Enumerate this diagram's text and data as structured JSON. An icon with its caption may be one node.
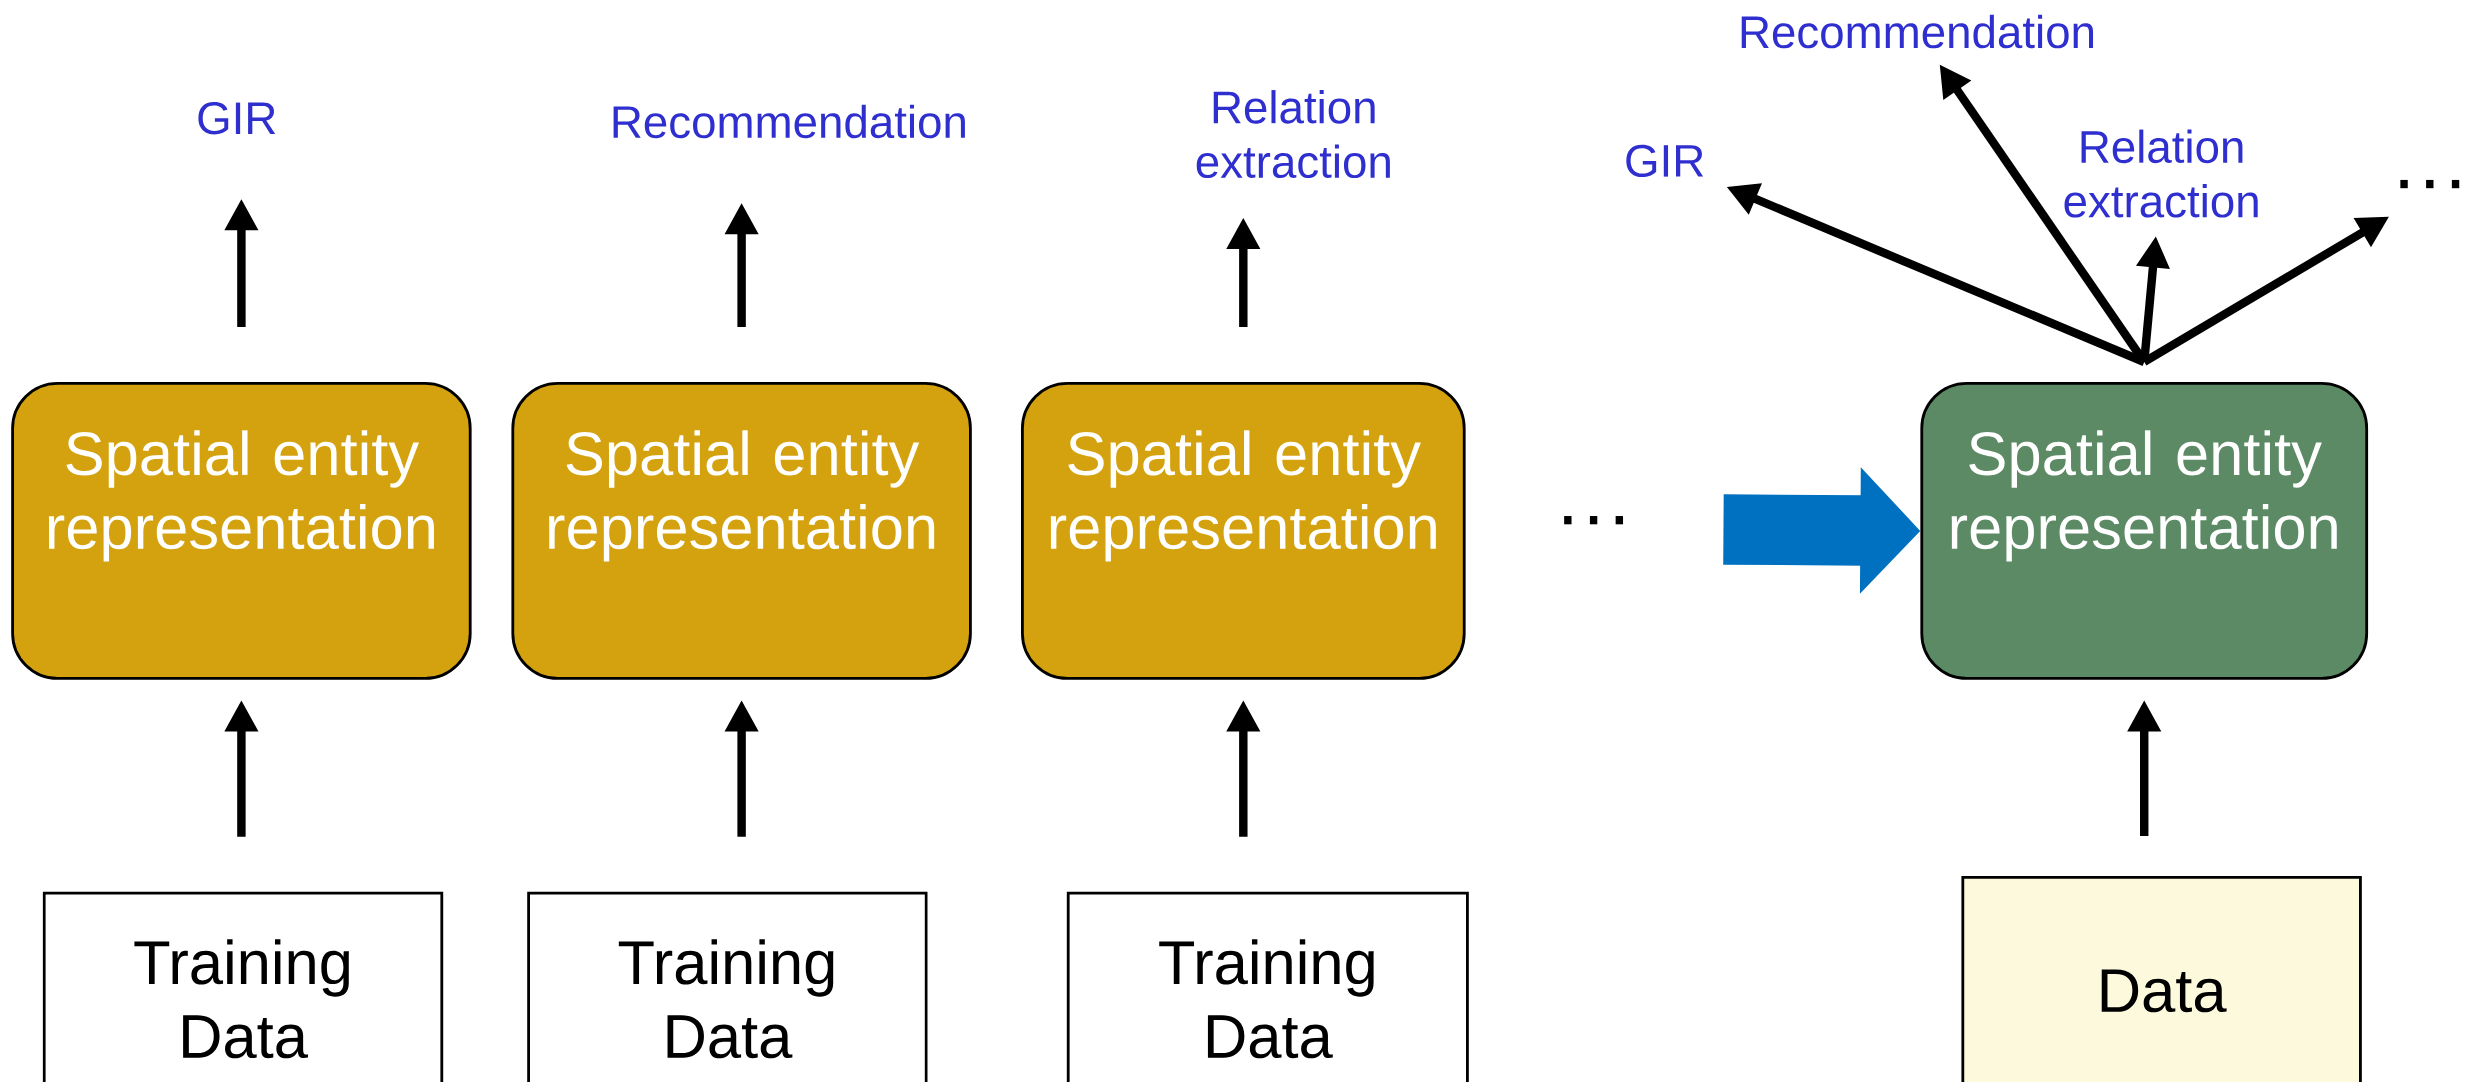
{
  "diagram": {
    "nodes": [
      {
        "text": [
          "GIR"
        ]
      },
      {
        "text": [
          "Recommendation"
        ]
      },
      {
        "text": [
          "Relation extraction"
        ]
      },
      {
        "text": [
          "Recommendation"
        ]
      },
      {
        "text": [
          "GIR"
        ]
      },
      {
        "text": [
          "Relation extraction"
        ]
      },
      {
        "text": [
          "···"
        ]
      },
      {
        "text": [
          "Spatial entity representation"
        ]
      },
      {
        "text": [
          "Spatial entity representation"
        ]
      },
      {
        "text": [
          "Spatial entity representation"
        ]
      },
      {
        "text": [
          "Spatial entity representation"
        ]
      },
      {
        "text": [
          "···"
        ]
      },
      {
        "text": [
          "Training Data"
        ]
      },
      {
        "text": [
          "Training Data"
        ]
      },
      {
        "text": [
          "Training Data"
        ]
      },
      {
        "text": [
          "Data"
        ]
      }
    ],
    "edges": [
      {
        "from": 12,
        "to": 7,
        "arrow": "to"
      },
      {
        "from": 13,
        "to": 8,
        "arrow": "to"
      },
      {
        "from": 14,
        "to": 9,
        "arrow": "to"
      },
      {
        "from": 15,
        "to": 10,
        "arrow": "to"
      },
      {
        "from": 7,
        "to": 0,
        "arrow": "to"
      },
      {
        "from": 8,
        "to": 1,
        "arrow": "to"
      },
      {
        "from": 9,
        "to": 2,
        "arrow": "to"
      },
      {
        "from": 10,
        "to": 4,
        "arrow": "to"
      },
      {
        "from": 10,
        "to": 3,
        "arrow": "to"
      },
      {
        "from": 10,
        "to": 5,
        "arrow": "to"
      },
      {
        "from": 10,
        "to": 6,
        "arrow": "to"
      },
      {
        "from": 11,
        "to": 10,
        "arrow": "to",
        "style": "thick",
        "color": "#0070c0"
      }
    ]
  }
}
